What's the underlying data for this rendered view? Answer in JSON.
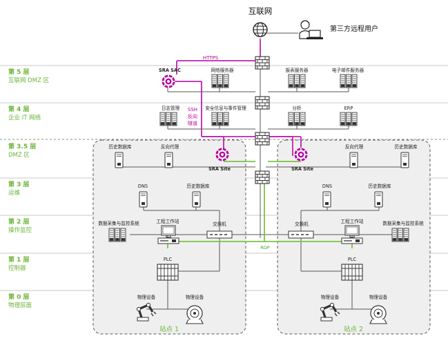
{
  "layers": [
    {
      "num": "第 5 层",
      "name": "互联网 DMZ 区"
    },
    {
      "num": "第 4 层",
      "name": "企业 IT 网络"
    },
    {
      "num": "第 3.5 层",
      "name": "DMZ 区"
    },
    {
      "num": "第 3 层",
      "name": "运维"
    },
    {
      "num": "第 2 层",
      "name": "操作监控"
    },
    {
      "num": "第 1 层",
      "name": "控制器"
    },
    {
      "num": "第 0 层",
      "name": "物理层面"
    }
  ],
  "top": {
    "internet": "互联网",
    "third_party": "第三方远程用户"
  },
  "links": {
    "https": "HTTPS",
    "ssh_line1": "SSH",
    "ssh_line2": "反向",
    "ssh_line3": "隧道",
    "rdp": "RDP"
  },
  "layer5": {
    "sra_sac": "SRA SAC",
    "web_server": "网络服务器",
    "report_server": "报表服务器",
    "mail_server": "电子邮件服务器"
  },
  "layer4": {
    "log_mgmt": "日志管理",
    "siem": "安全信息与事件管理",
    "analytics": "分析",
    "erp": "ERP"
  },
  "site1": {
    "historian_dmz": "历史数据库",
    "reverse_proxy": "反向代理",
    "sra_site": "SRA Site",
    "dns": "DNS",
    "historian_ops": "历史数据库",
    "scada": "数据采集与监控系统",
    "workstation": "工程工作站",
    "switch": "交换机",
    "plc": "PLC",
    "device_a": "物理设备",
    "device_b": "物理设备",
    "label": "站点 1"
  },
  "site2": {
    "historian_dmz": "历史数据库",
    "reverse_proxy": "反向代理",
    "sra_site": "SRA Site",
    "dns": "DNS",
    "historian_ops": "历史数据库",
    "scada": "数据采集与监控系统",
    "workstation": "工程工作站",
    "switch": "交换机",
    "plc": "PLC",
    "device_a": "物理设备",
    "device_b": "物理设备",
    "label": "站点 2"
  },
  "colors": {
    "layer_text": "#6bb536",
    "ssh_tunnel": "#c020b0",
    "rdp": "#7cc242",
    "site_box": "#efefef",
    "firewall": "#333333"
  },
  "icons": [
    "globe-icon",
    "remote-user-icon",
    "firewall-icon",
    "server-rack-icon",
    "sra-gear-icon",
    "tower-server-icon",
    "workstation-icon",
    "switch-icon",
    "plc-icon",
    "robot-arm-icon",
    "pump-icon"
  ]
}
